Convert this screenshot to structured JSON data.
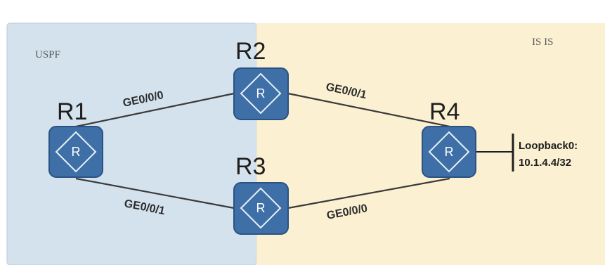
{
  "areas": {
    "ospf": {
      "label": "USPF",
      "color": "#d4e2ee"
    },
    "isis": {
      "label": "IS IS",
      "color": "#fbf1d2"
    }
  },
  "routers": {
    "r1": {
      "name": "R1",
      "glyph": "R"
    },
    "r2": {
      "name": "R2",
      "glyph": "R"
    },
    "r3": {
      "name": "R3",
      "glyph": "R"
    },
    "r4": {
      "name": "R4",
      "glyph": "R"
    }
  },
  "links": {
    "r1_r2": {
      "interface": "GE0/0/0"
    },
    "r1_r3": {
      "interface": "GE0/0/1"
    },
    "r2_r4": {
      "interface": "GE0/0/1"
    },
    "r3_r4": {
      "interface": "GE0/0/0"
    }
  },
  "loopback": {
    "line1": "Loopback0:",
    "line2": "10.1.4.4/32"
  },
  "colors": {
    "router_fill": "#3e6fa6",
    "router_border": "#2a5384",
    "link": "#3a3a3a"
  }
}
